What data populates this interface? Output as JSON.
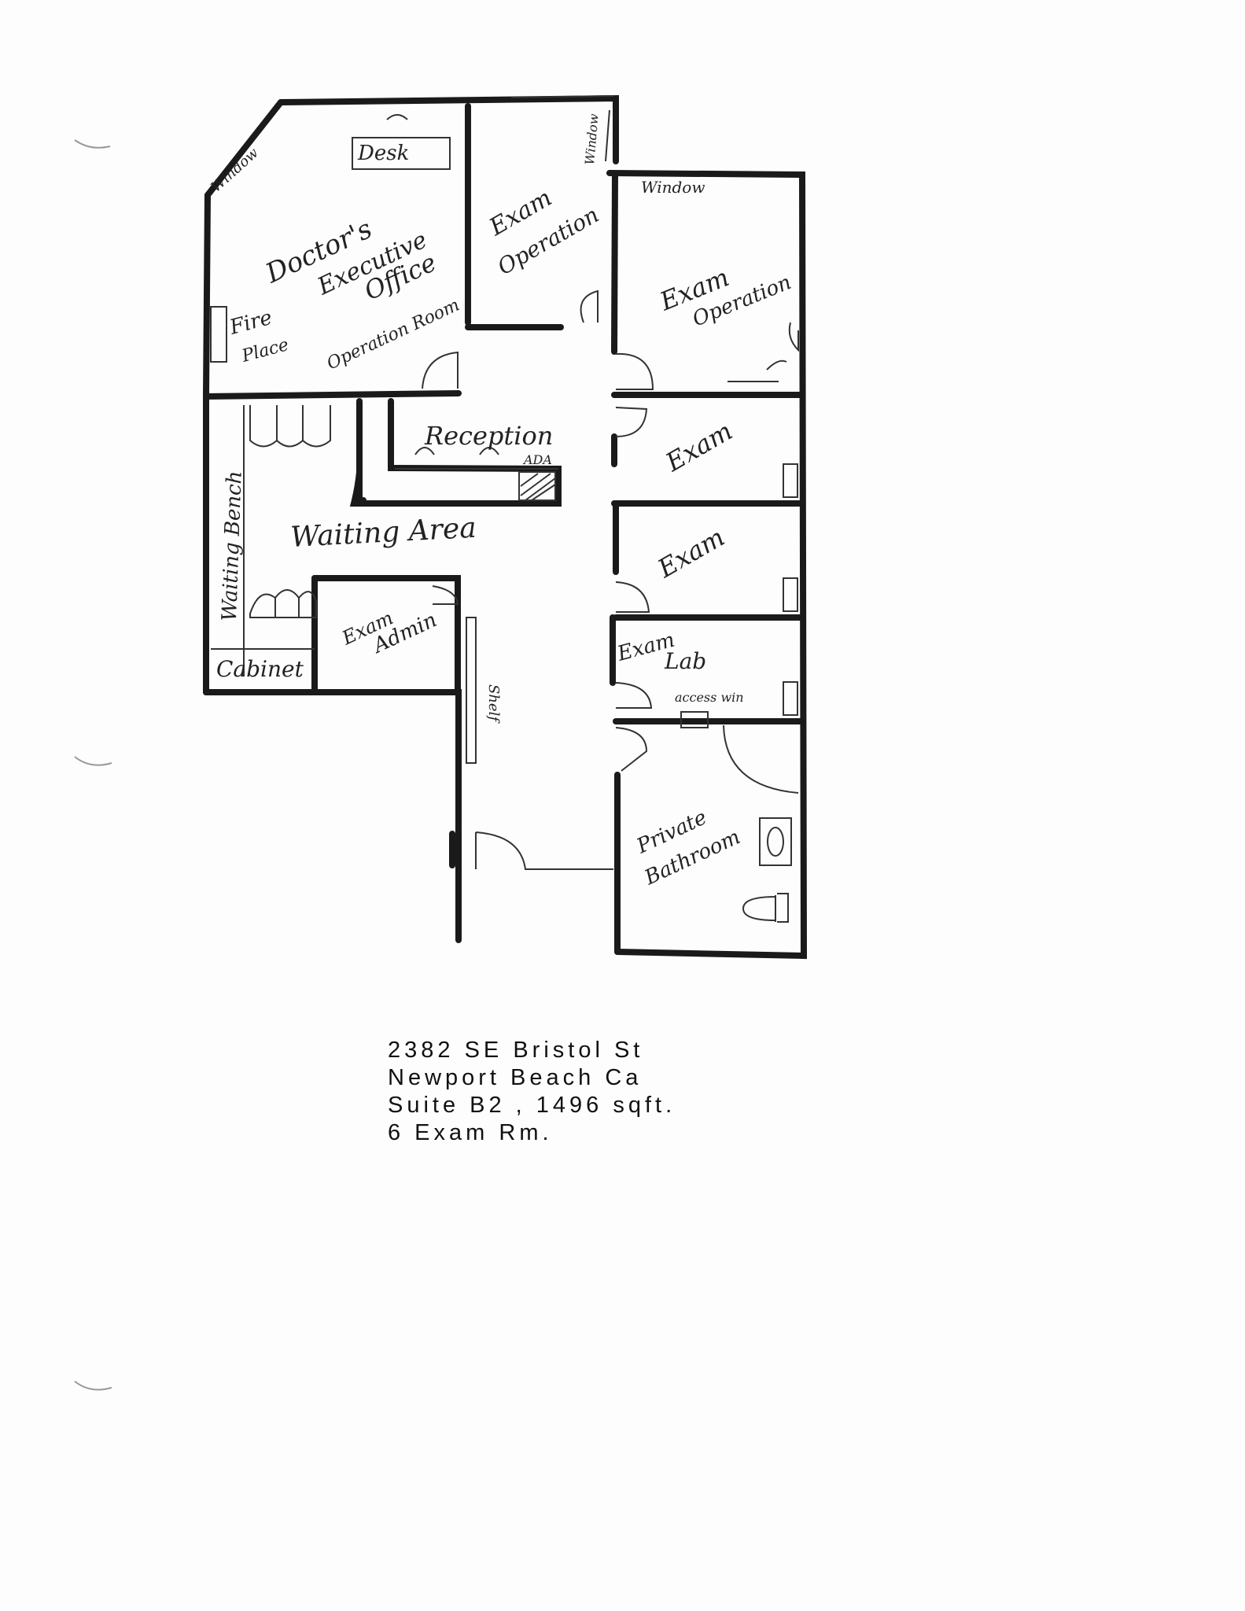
{
  "rooms": {
    "doctors_office": [
      "Doctor's",
      "Executive",
      "Office",
      "Operation Room"
    ],
    "desk": "Desk",
    "window_office": "Window",
    "fire_place": [
      "Fire",
      "Place"
    ],
    "exam_operation_1": [
      "Exam",
      "Operation"
    ],
    "window_small": "Window",
    "window_right": "Window",
    "exam_operation_2": [
      "Exam",
      "Operation"
    ],
    "reception": "Reception",
    "ada": "ADA",
    "waiting_area": "Waiting Area",
    "waiting_bench": "Waiting Bench",
    "exam_1": "Exam",
    "exam_2": "Exam",
    "exam_admin": [
      "Exam",
      "Admin"
    ],
    "exam_lab": [
      "Exam",
      "Lab"
    ],
    "access_window": "access win",
    "cabinet": "Cabinet",
    "shelf": "Shelf",
    "private_bathroom": [
      "Private",
      "Bathroom"
    ]
  },
  "address": {
    "line1": "2382 SE Bristol St",
    "line2": "Newport Beach Ca",
    "line3": "Suite B2 , 1496 sqft.",
    "line4": "6 Exam Rm."
  }
}
